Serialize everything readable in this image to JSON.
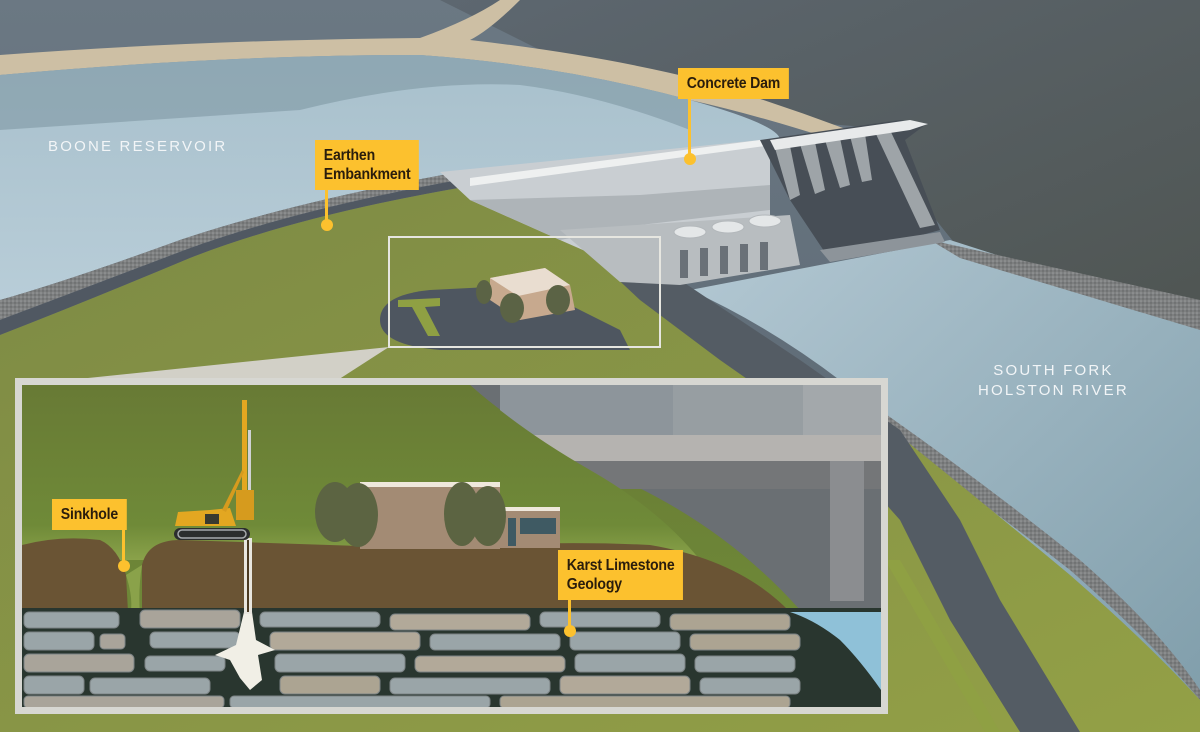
{
  "illustration": {
    "subject": "Boone Dam sinkhole and karst limestone geology",
    "colors": {
      "callout_fill": "#fcc12e",
      "callout_text": "#2a1d0c",
      "reservoir_water": "#b3cad6",
      "river_water": "#a9bfcb",
      "grass": "#8a9a45",
      "soil": "#6a5434",
      "limestone": "#9aa5a8",
      "concrete": "#c9ced2",
      "mountain": "#595f63",
      "inset_frame": "#d7d7d2"
    }
  },
  "place_labels": {
    "reservoir": "BOONE RESERVOIR",
    "river_line1": "SOUTH FORK",
    "river_line2": "HOLSTON RIVER"
  },
  "callouts": {
    "concrete_dam": "Concrete Dam",
    "earthen_embankment_line1": "Earthen",
    "earthen_embankment_line2": "Embankment",
    "sinkhole": "Sinkhole",
    "karst_line1": "Karst Limestone",
    "karst_line2": "Geology"
  },
  "inset": {
    "detail_region": "building-area",
    "elements": [
      "drilling-rig",
      "borehole",
      "building",
      "trees",
      "sinkhole",
      "limestone-bedrock",
      "dam-structure",
      "river-edge"
    ]
  }
}
